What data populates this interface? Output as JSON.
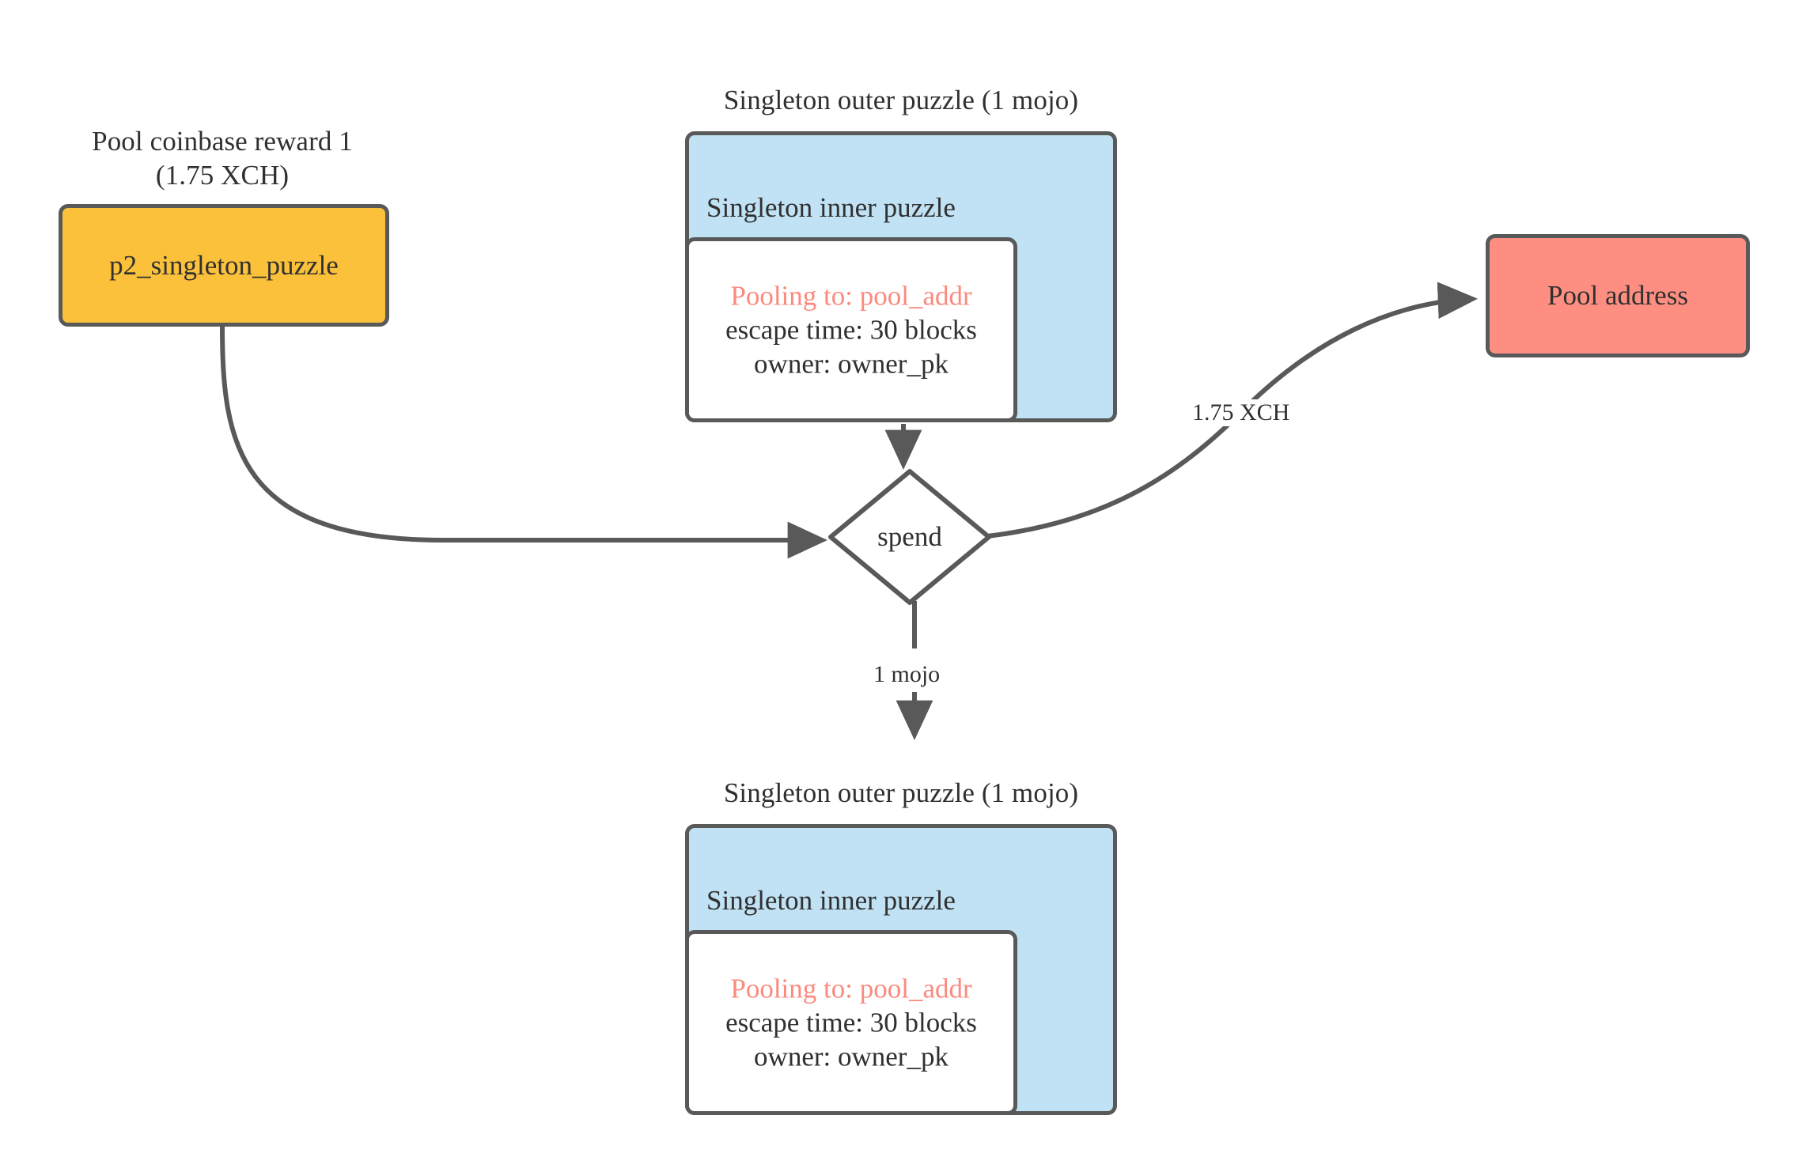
{
  "diagram": {
    "title_hidden": "",
    "colors": {
      "stroke": "#595959",
      "yellow": "#fbc13a",
      "blue": "#c0e2f4",
      "white": "#ffffff",
      "salmon": "#fd8e81",
      "pool_text": "#fb8a7e",
      "text": "#303030"
    }
  },
  "nodes": {
    "coinbase": {
      "caption_line1": "Pool coinbase reward 1",
      "caption_line2": "(1.75 XCH)",
      "label": "p2_singleton_puzzle"
    },
    "singleton_top": {
      "caption": "Singleton outer puzzle (1 mojo)",
      "group_title": "Singleton inner puzzle",
      "inner": {
        "line_pool": "Pooling to: pool_addr",
        "line_escape": "escape time: 30 blocks",
        "line_owner": "owner: owner_pk"
      }
    },
    "spend": {
      "label": "spend"
    },
    "pool_address": {
      "label": "Pool address"
    },
    "singleton_bottom": {
      "caption": "Singleton outer puzzle (1 mojo)",
      "group_title": "Singleton inner puzzle",
      "inner": {
        "line_pool": "Pooling to: pool_addr",
        "line_escape": "escape time: 30 blocks",
        "line_owner": "owner: owner_pk"
      }
    }
  },
  "edges": {
    "spend_to_pool_address": "1.75 XCH",
    "spend_to_singleton_bottom": "1 mojo"
  }
}
